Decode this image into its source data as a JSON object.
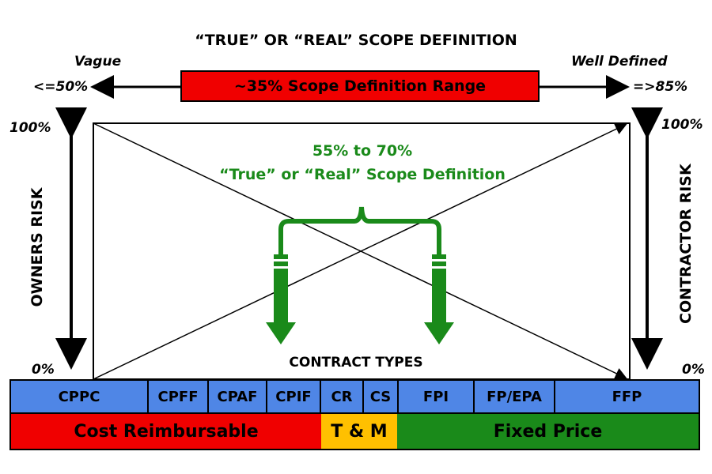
{
  "title": "“TRUE” OR “REAL” SCOPE DEFINITION",
  "left_label": "Vague",
  "right_label": "Well Defined",
  "left_pct": "<=50%",
  "right_pct": "=>85%",
  "range_label": "~35% Scope Definition Range",
  "owners_risk": "OWNERS RISK",
  "contractor_risk": "CONTRACTOR RISK",
  "left_top": "100%",
  "left_bottom": "0%",
  "right_top": "100%",
  "right_bottom": "0%",
  "green_line1": "55% to 70%",
  "green_line2": "“True” or “Real” Scope Definition",
  "contract_types_title": "CONTRACT TYPES",
  "contract_types": [
    "CPPC",
    "CPFF",
    "CPAF",
    "CPIF",
    "CR",
    "CS",
    "FPI",
    "FP/EPA",
    "FFP"
  ],
  "categories": [
    {
      "label": "Cost Reimbursable",
      "color": "#f00000"
    },
    {
      "label": "T & M",
      "color": "#ffc000"
    },
    {
      "label": "Fixed Price",
      "color": "#1a8a1a"
    }
  ],
  "colors": {
    "blue": "#4f86e6",
    "green": "#1a8a1a",
    "red": "#f00000"
  }
}
